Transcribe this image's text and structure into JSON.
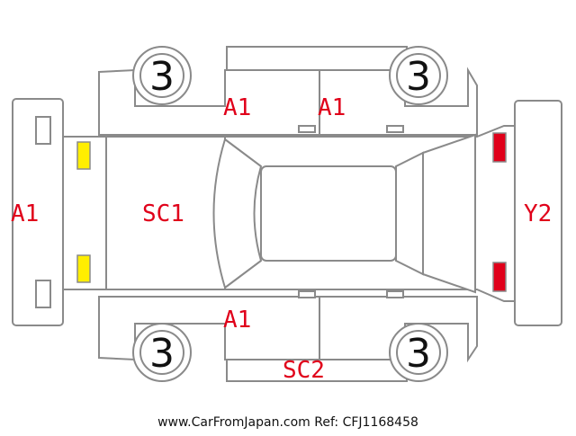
{
  "colors": {
    "outline": "#8a8a8a",
    "damage_code": "#e0001a",
    "front_lamp": "#ffee00",
    "rear_lamp": "#e0001a",
    "text": "#111111"
  },
  "labels": {
    "front_bumper": "A1",
    "hood": "SC1",
    "front_left_door": "A1",
    "rear_left_door": "A1",
    "front_right_door": "A1",
    "right_rocker": "SC2",
    "rear_bumper": "Y2"
  },
  "wheels": {
    "front_left": "3",
    "rear_left": "3",
    "front_right": "3",
    "rear_right": "3"
  },
  "footer": "www.CarFromJapan.com Ref: CFJ1168458"
}
